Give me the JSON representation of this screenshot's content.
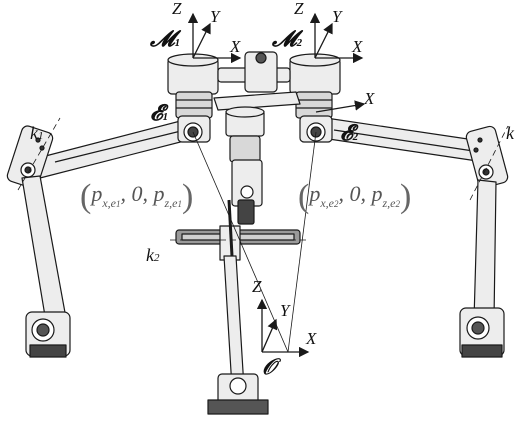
{
  "frames": {
    "m1": {
      "symbol": "𝓜",
      "sub": "1"
    },
    "m2": {
      "symbol": "𝓜",
      "sub": "2"
    },
    "e1": {
      "symbol": "𝓔",
      "sub": "1"
    },
    "e2": {
      "symbol": "𝓔",
      "sub": "2"
    },
    "origin": "𝒪"
  },
  "axes": {
    "x": "X",
    "y": "Y",
    "z": "Z"
  },
  "joints": {
    "k1": {
      "symbol": "k",
      "sub": "1"
    },
    "k2": {
      "symbol": "k",
      "sub": "2"
    },
    "k3": {
      "symbol": "k",
      "sub": ""
    }
  },
  "coords": {
    "left": {
      "px": "p",
      "x_sub": "x,e",
      "x_subsub": "1",
      "zero": "0,",
      "pz": "p",
      "z_sub": "z,e",
      "z_subsub": "1"
    },
    "right": {
      "px": "p",
      "x_sub": "x,e",
      "x_subsub": "2",
      "zero": "0,",
      "pz": "p",
      "z_sub": "z,e",
      "z_subsub": "2"
    }
  },
  "colors": {
    "ink": "#1a1a1a",
    "metal": "#e8e8e8",
    "dark": "#4a4a4a",
    "coord_text": "#555555"
  }
}
